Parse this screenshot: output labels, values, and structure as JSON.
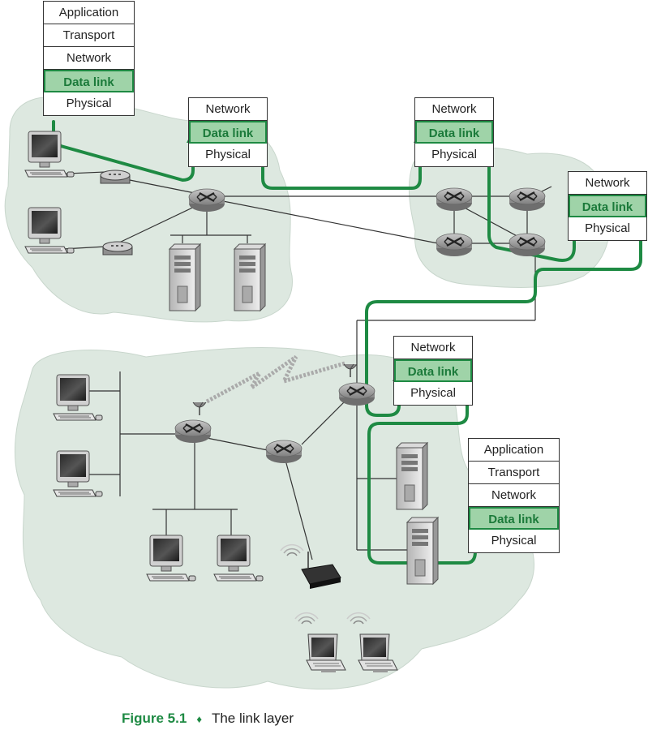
{
  "colors": {
    "cloud": "#dde8e0",
    "cloud_edge": "#c8d6cc",
    "path": "#1e8a43",
    "active_layer_fill": "#9fd3a8",
    "link": "#333333",
    "router": "#9a9a9a"
  },
  "icons": [
    "monitor-icon",
    "router-icon",
    "server-icon",
    "modem-icon",
    "access-point-icon",
    "laptop-icon",
    "antenna-icon",
    "wireless-signal-icon"
  ],
  "stacks": {
    "host_top_left": [
      "Application",
      "Transport",
      "Network",
      "Data link",
      "Physical"
    ],
    "router_a": [
      "Network",
      "Data link",
      "Physical"
    ],
    "router_b": [
      "Network",
      "Data link",
      "Physical"
    ],
    "router_c": [
      "Network",
      "Data link",
      "Physical"
    ],
    "router_d": [
      "Network",
      "Data link",
      "Physical"
    ],
    "host_bottom_right": [
      "Application",
      "Transport",
      "Network",
      "Data link",
      "Physical"
    ]
  },
  "caption": {
    "figure": "Figure 5.1",
    "separator": "♦",
    "title": "The link layer"
  }
}
